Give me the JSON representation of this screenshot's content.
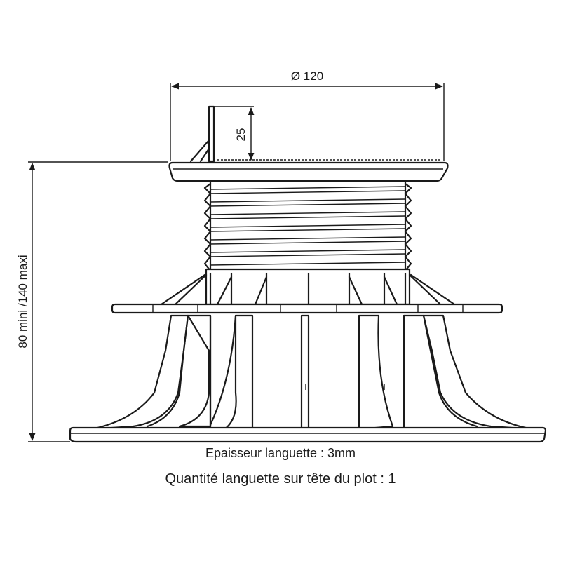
{
  "dimensions": {
    "diameter": "Ø 120",
    "tab_height": "25",
    "height_range": "80 mini /140 maxi"
  },
  "captions": {
    "tab_thickness": "Epaisseur languette : 3mm",
    "tab_quantity": "Quantité languette sur tête du plot : 1"
  }
}
